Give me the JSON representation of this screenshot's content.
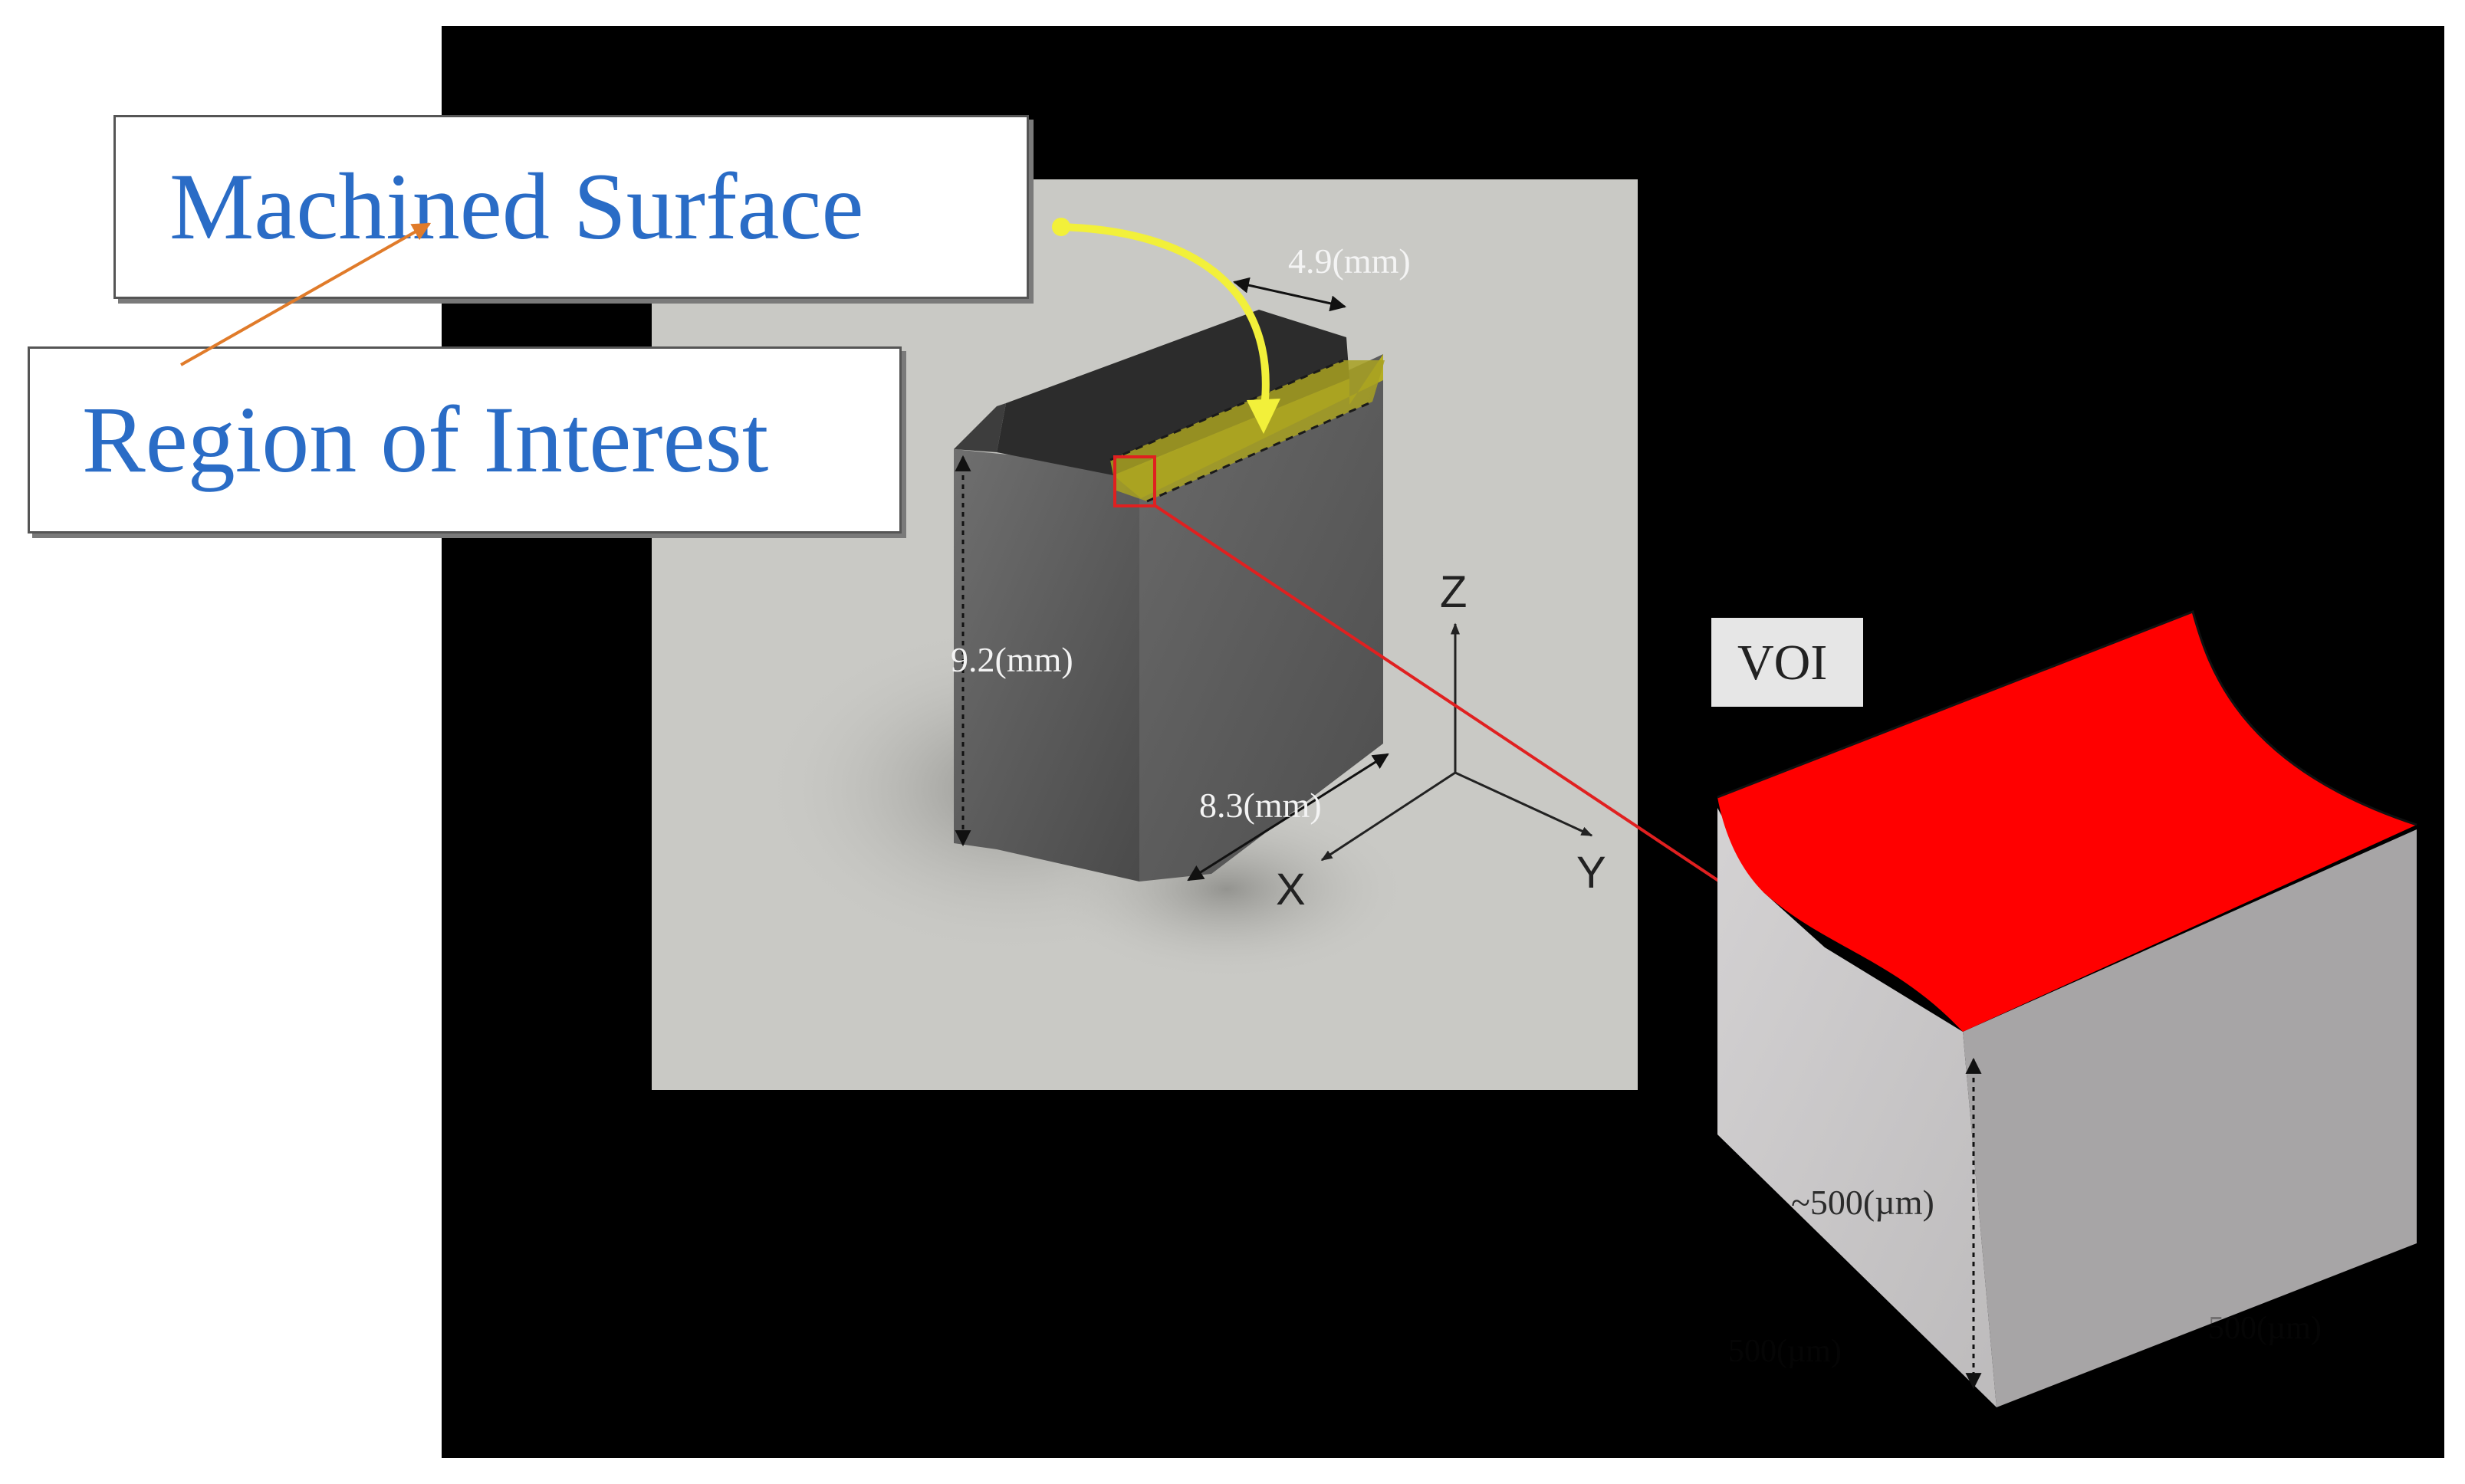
{
  "callouts": {
    "machined_surface": "Machined Surface",
    "region_of_interest": "Region of Interest"
  },
  "specimen": {
    "width_label": "4.9(mm)",
    "height_label": "9.2(mm)",
    "depth_label": "8.3(mm)"
  },
  "axes": {
    "z": "Z",
    "x": "X",
    "y": "Y"
  },
  "voi": {
    "label": "VOI",
    "height_label": "~500(µm)",
    "left_faint_label": "500(µm)",
    "right_faint_label": "500(µm)"
  },
  "colors": {
    "background": "#000000",
    "photo_background": "#c9c9c5",
    "callout_text": "#2a6cc6",
    "machined_highlight": "#b9b21f",
    "yellow_arrow": "#f2f03a",
    "voi_top": "#ff0000",
    "voi_side_left": "#c7c5c6",
    "voi_side_right": "#a7a5a6",
    "leader_orange": "#e07b2a",
    "roi_red": "#e02020"
  },
  "icons": {
    "yellow_arrow": "curved-arrow-icon",
    "orange_arrow": "leader-arrow-icon"
  }
}
